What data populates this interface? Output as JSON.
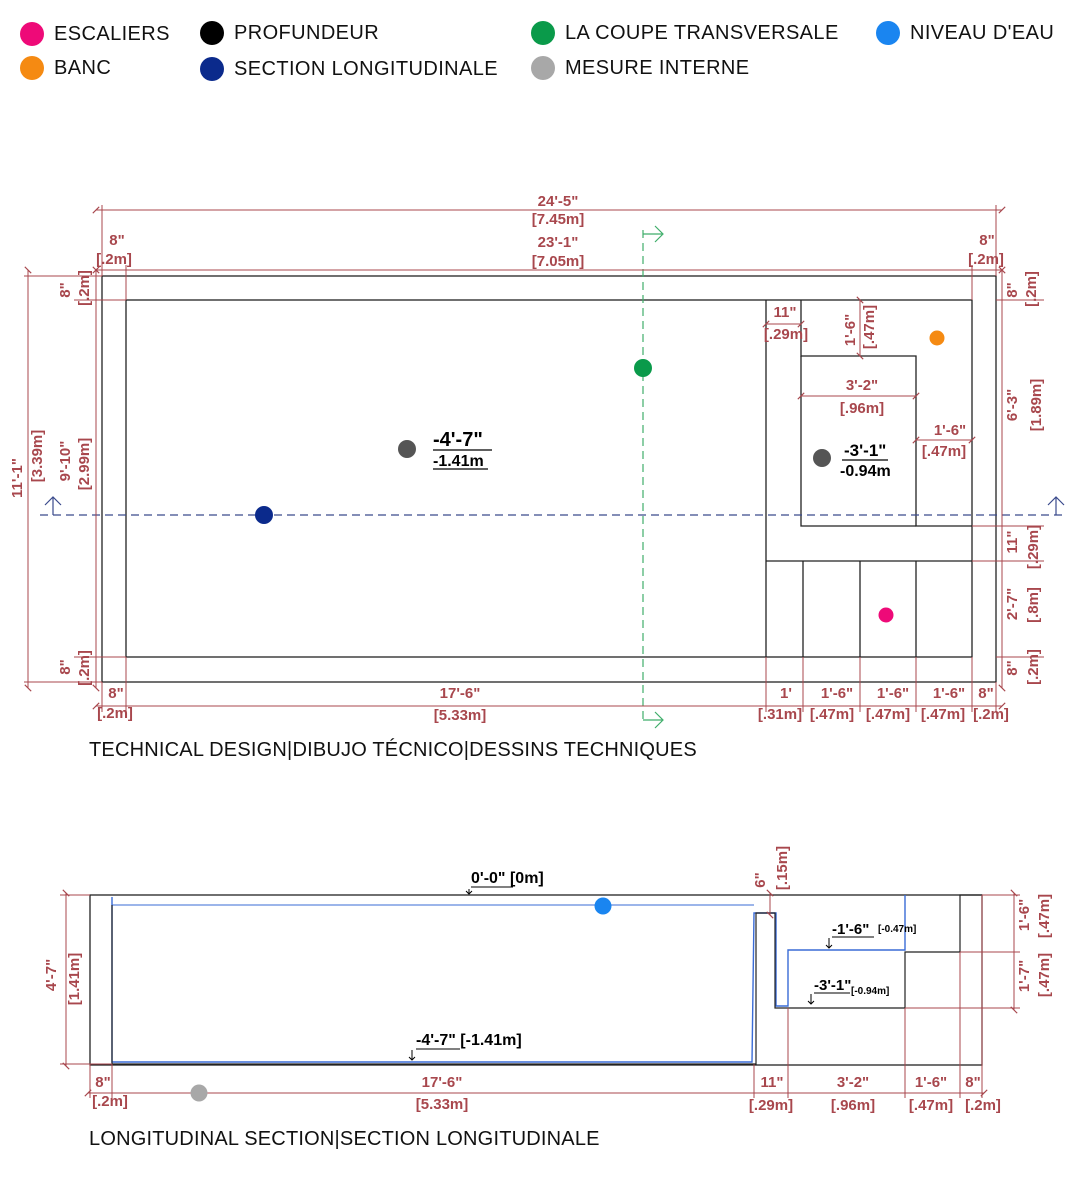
{
  "legend": [
    {
      "label": "ESCALIERS",
      "color": "#ee0a78"
    },
    {
      "label": "PROFUNDEUR",
      "color": "#000000"
    },
    {
      "label": "LA COUPE TRANSVERSALE",
      "color": "#0a9a4a"
    },
    {
      "label": "NIVEAU D'EAU",
      "color": "#1a85f0"
    },
    {
      "label": "BANC",
      "color": "#f58a12"
    },
    {
      "label": "SECTION LONGITUDINALE",
      "color": "#0b2a8c"
    },
    {
      "label": "MESURE INTERNE",
      "color": "#a8a8a8"
    }
  ],
  "plan": {
    "caption": "TECHNICAL DESIGN|DIBUJO TÉCNICO|DESSINS TECHNIQUES",
    "overall_length": {
      "imp": "24'-5\"",
      "met": "[7.45m]"
    },
    "inner_length": {
      "imp": "23'-1\"",
      "met": "[7.05m]"
    },
    "left_wall": {
      "imp": "8\"",
      "met": "[.2m]"
    },
    "right_wall": {
      "imp": "8\"",
      "met": "[.2m]"
    },
    "overall_width": {
      "imp": "11'-1\"",
      "met": "[3.39m]"
    },
    "inner_width": {
      "imp": "9'-10\"",
      "met": "[2.99m]"
    },
    "top_wall": {
      "imp": "8\"",
      "met": "[.2m]"
    },
    "bottom_wall": {
      "imp": "8\"",
      "met": "[.2m]"
    },
    "main_depth": {
      "imp": "-4'-7\"",
      "met": "-1.41m"
    },
    "bench_depth": {
      "imp": "-3'-1\"",
      "met": "-0.94m"
    },
    "step_offset": {
      "imp": "11\"",
      "met": "[.29m]"
    },
    "bench_top_gap": {
      "imp": "1'-6\"",
      "met": "[.47m]"
    },
    "bench_width": {
      "imp": "3'-2\"",
      "met": "[.96m]"
    },
    "bench_right_gap": {
      "imp": "1'-6\"",
      "met": "[.47m]"
    },
    "right_upper": {
      "imp": "6'-3\"",
      "met": "[1.89m]"
    },
    "right_mid": {
      "imp": "11\"",
      "met": "[.29m]"
    },
    "right_lower": {
      "imp": "2'-7\"",
      "met": "[.8m]"
    },
    "right_wall_h": {
      "imp": "8\"",
      "met": "[.2m]"
    },
    "bottom_main": {
      "imp": "17'-6\"",
      "met": "[5.33m]"
    },
    "stair_1": {
      "imp": "1'",
      "met": "[.31m]"
    },
    "stair_2": {
      "imp": "1'-6\"",
      "met": "[.47m]"
    },
    "stair_3": {
      "imp": "1'-6\"",
      "met": "[.47m]"
    },
    "stair_4": {
      "imp": "1'-6\"",
      "met": "[.47m]"
    },
    "bottom_right_wall": {
      "imp": "8\"",
      "met": "[.2m]"
    },
    "bottom_left_wall": {
      "imp": "8\"",
      "met": "[.2m]"
    }
  },
  "section": {
    "caption": "LONGITUDINAL SECTION|SECTION LONGITUDINALE",
    "water_level": "0'-0\" [0m]",
    "deep_level": "-4'-7\" [-1.41m]",
    "step_level_main": "-1'-6\"",
    "step_level_sub": "[-0.47m]",
    "bench_level_main": "-3'-1\"",
    "bench_level_sub": "[-0.94m]",
    "depth": {
      "imp": "4'-7\"",
      "met": "[1.41m]"
    },
    "freeboard": {
      "imp": "6\"",
      "met": "[.15m]"
    },
    "right_top": {
      "imp": "1'-6\"",
      "met": "[.47m]"
    },
    "right_bottom": {
      "imp": "1'-7\"",
      "met": "[.47m]"
    },
    "b_left_wall": {
      "imp": "8\"",
      "met": "[.2m]"
    },
    "b_main": {
      "imp": "17'-6\"",
      "met": "[5.33m]"
    },
    "b_step": {
      "imp": "11\"",
      "met": "[.29m]"
    },
    "b_bench": {
      "imp": "3'-2\"",
      "met": "[.96m]"
    },
    "b_upper": {
      "imp": "1'-6\"",
      "met": "[.47m]"
    },
    "b_right_wall": {
      "imp": "8\"",
      "met": "[.2m]"
    }
  }
}
